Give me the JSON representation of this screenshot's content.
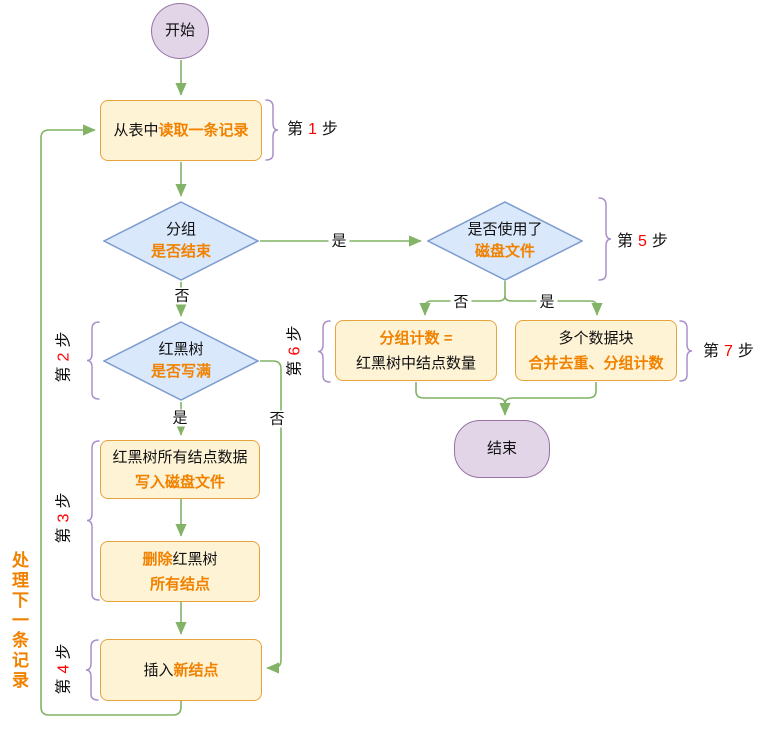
{
  "colors": {
    "canvas_bg": "#FFFFFF",
    "process_fill": "#FFF3D6",
    "process_border": "#E8A33D",
    "decision_fill": "#DAE8FC",
    "decision_border": "#7D9CCE",
    "terminal_fill": "#E1D5E7",
    "terminal_border": "#9673A6",
    "connector": "#82B366",
    "brace": "#A98FC9",
    "highlight_text": "#F08200",
    "step_number": "#FF0000",
    "body_text": "#111111"
  },
  "nodes": {
    "start": {
      "label": "开始"
    },
    "read_record": {
      "lines": [
        [
          {
            "t": "从表中"
          },
          {
            "t": "读取一条记录",
            "hl": true
          }
        ]
      ]
    },
    "group_end": {
      "lines": [
        [
          {
            "t": "分组"
          }
        ],
        [
          {
            "t": "是否结束",
            "hl": true
          }
        ]
      ]
    },
    "rbtree_full": {
      "lines": [
        [
          {
            "t": "红黑树"
          }
        ],
        [
          {
            "t": "是否写满",
            "hl": true
          }
        ]
      ]
    },
    "disk_used": {
      "lines": [
        [
          {
            "t": "是否使用了"
          }
        ],
        [
          {
            "t": "磁盘文件",
            "hl": true
          }
        ]
      ]
    },
    "write_disk": {
      "lines": [
        [
          {
            "t": "红黑树所有结点数据"
          }
        ],
        [
          {
            "t": "写入磁盘文件",
            "hl": true
          }
        ]
      ]
    },
    "delete_nodes": {
      "lines": [
        [
          {
            "t": "删除",
            "hl": true
          },
          {
            "t": "红黑树"
          }
        ],
        [
          {
            "t": "所有结点",
            "hl": true
          }
        ]
      ]
    },
    "insert_node": {
      "lines": [
        [
          {
            "t": "插入"
          },
          {
            "t": "新结点",
            "hl": true
          }
        ]
      ]
    },
    "group_count": {
      "lines": [
        [
          {
            "t": "分组计数 =",
            "hl": true
          }
        ],
        [
          {
            "t": "红黑树中结点数量"
          }
        ]
      ]
    },
    "merge_blocks": {
      "lines": [
        [
          {
            "t": "多个数据块"
          }
        ],
        [
          {
            "t": "合并去重、分组计数",
            "hl": true
          }
        ]
      ]
    },
    "end": {
      "label": "结束"
    }
  },
  "steps": [
    {
      "prefix": "第",
      "num": "1",
      "suffix": "步"
    },
    {
      "prefix": "第",
      "num": "2",
      "suffix": "步"
    },
    {
      "prefix": "第",
      "num": "3",
      "suffix": "步"
    },
    {
      "prefix": "第",
      "num": "4",
      "suffix": "步"
    },
    {
      "prefix": "第",
      "num": "5",
      "suffix": "步"
    },
    {
      "prefix": "第",
      "num": "6",
      "suffix": "步"
    },
    {
      "prefix": "第",
      "num": "7",
      "suffix": "步"
    }
  ],
  "edge_labels": {
    "group_end_yes": "是",
    "group_end_no": "否",
    "rbtree_yes": "是",
    "rbtree_no": "否",
    "disk_no": "否",
    "disk_yes": "是"
  },
  "side_note": "处理下一条记录"
}
